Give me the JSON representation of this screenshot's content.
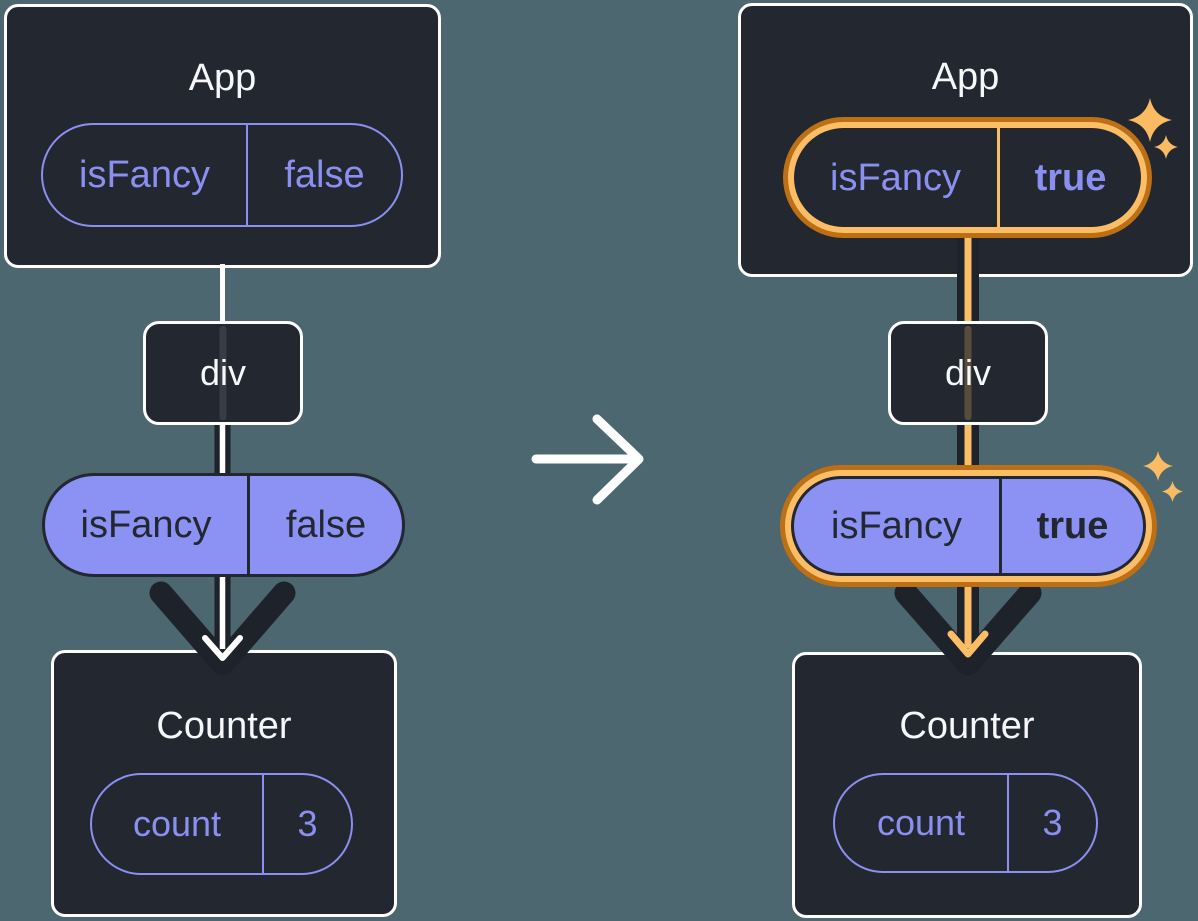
{
  "diagram": {
    "before": {
      "app": {
        "title": "App",
        "state_key": "isFancy",
        "state_value": "false"
      },
      "div_node": {
        "label": "div"
      },
      "props": {
        "key": "isFancy",
        "value": "false"
      },
      "counter": {
        "title": "Counter",
        "state_key": "count",
        "state_value": "3"
      }
    },
    "after": {
      "app": {
        "title": "App",
        "state_key": "isFancy",
        "state_value": "true"
      },
      "div_node": {
        "label": "div"
      },
      "props": {
        "key": "isFancy",
        "value": "true"
      },
      "counter": {
        "title": "Counter",
        "state_key": "count",
        "state_value": "3"
      }
    },
    "icons": {
      "transition": "arrow-right-icon",
      "flow": "arrow-down-icon",
      "highlight": "sparkle-icon"
    },
    "colors": {
      "background": "#4c6770",
      "card": "#23272f",
      "card_border": "#ffffff",
      "purple": "#8a8ff0",
      "purple_fill": "#8b92f4",
      "dark_arrow": "#1d222b",
      "orange_light": "#fbbd66",
      "orange_dark": "#bc6f15",
      "sparkle": "#f9bc62"
    }
  }
}
